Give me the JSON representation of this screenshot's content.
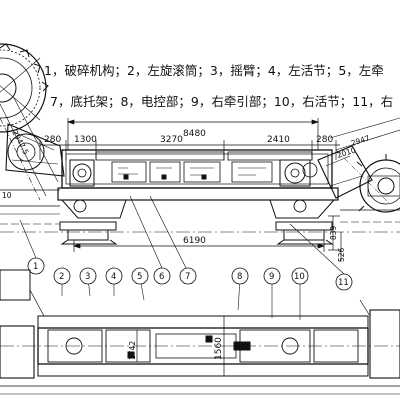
{
  "legend": {
    "line1": "1，破碎机构；2，左旋滚筒；3，摇臂；4，左活节；5，左牵",
    "line2": "7，底托架；8，电控部；9，右牵引部；10，右活节；11，右"
  },
  "dims": {
    "total_length": "8480",
    "seg_280a": "280",
    "seg_1300": "1300",
    "seg_3270": "3270",
    "seg_2410": "2410",
    "seg_280b": "280",
    "lower_6190": "6190",
    "h_839": "839",
    "h_526": "526",
    "h_1560": "1560",
    "h_1742": "1742",
    "arm_left": "2947.5",
    "arm_right": "2947",
    "arm_right2": "2010",
    "small_10": "10"
  },
  "balloons": [
    "1",
    "2",
    "3",
    "4",
    "5",
    "6",
    "7",
    "8",
    "9",
    "10",
    "11"
  ],
  "colors": {
    "line": "#111111",
    "background": "#ffffff"
  }
}
